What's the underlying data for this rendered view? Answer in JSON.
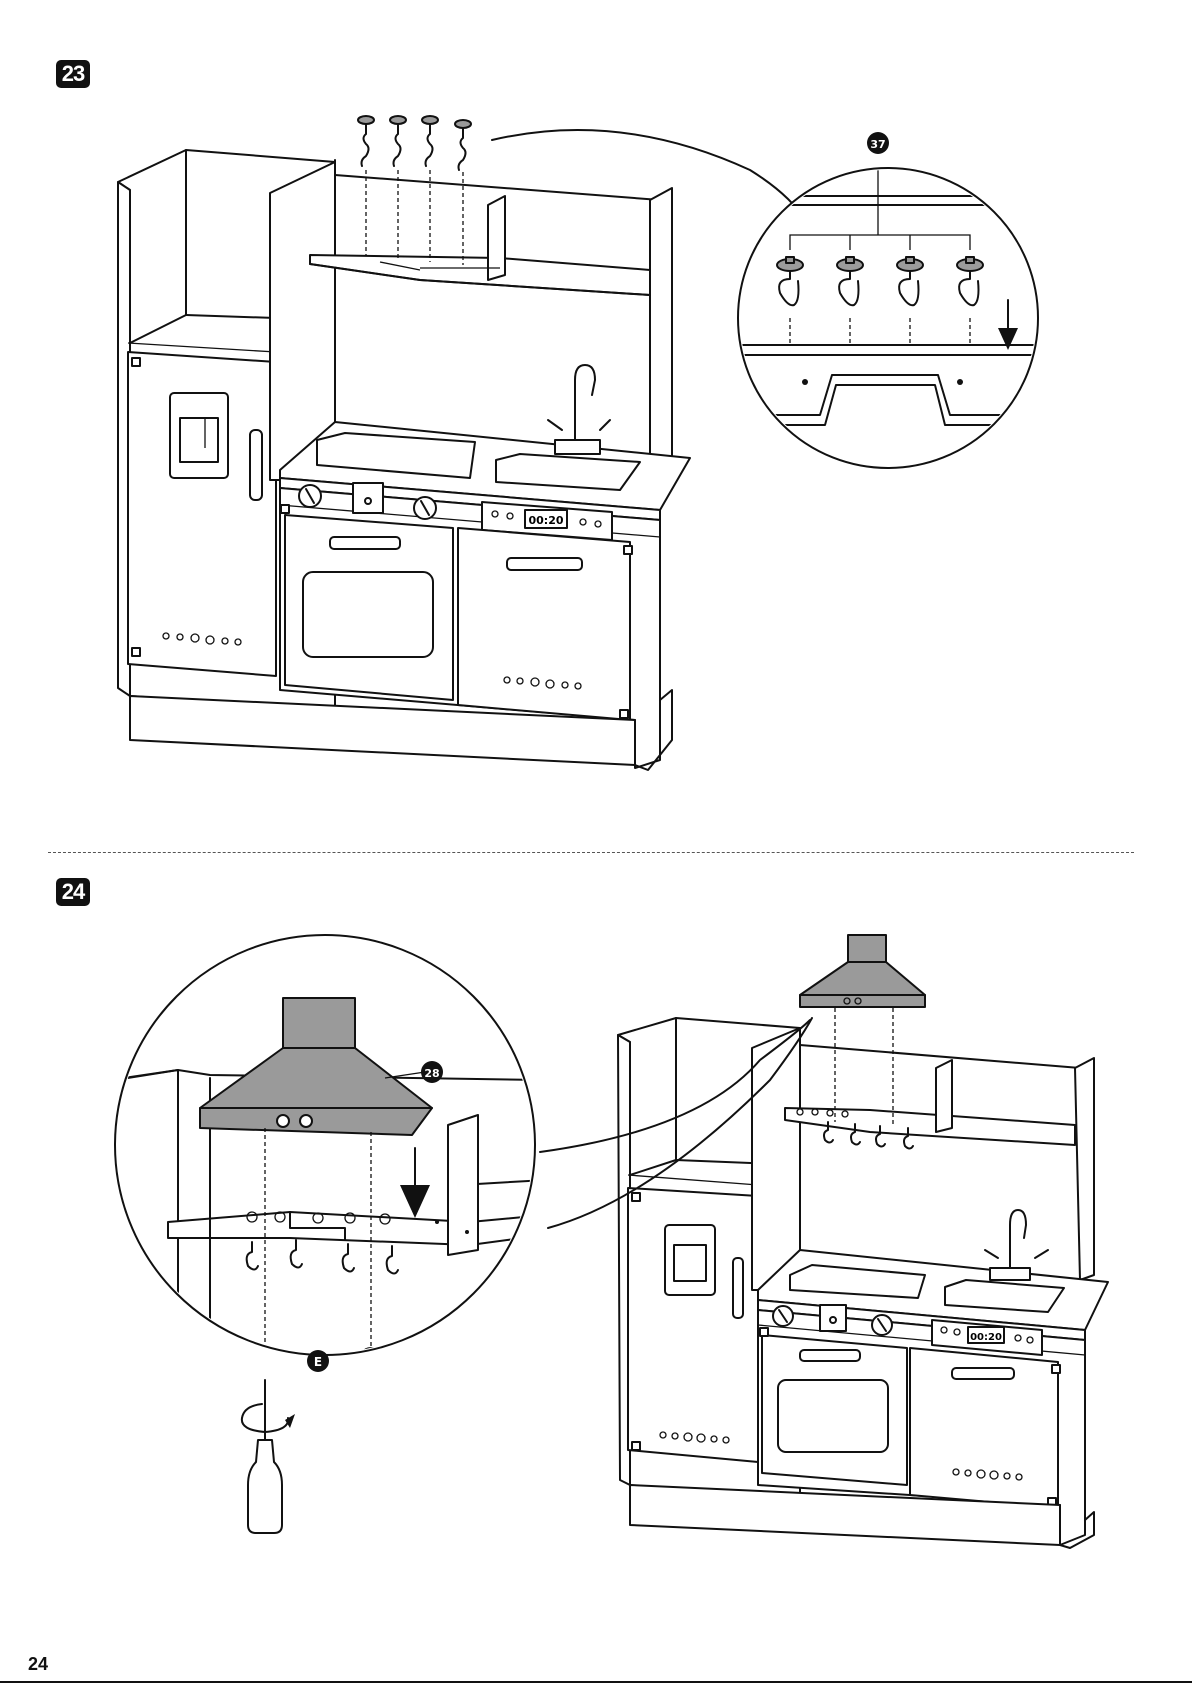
{
  "steps": {
    "step23": {
      "number": "23",
      "part_label": "37",
      "timer_display": "00:20"
    },
    "step24": {
      "number": "24",
      "part_label": "28",
      "screw_label": "E",
      "timer_display": "00:20"
    }
  },
  "page_number": "24"
}
